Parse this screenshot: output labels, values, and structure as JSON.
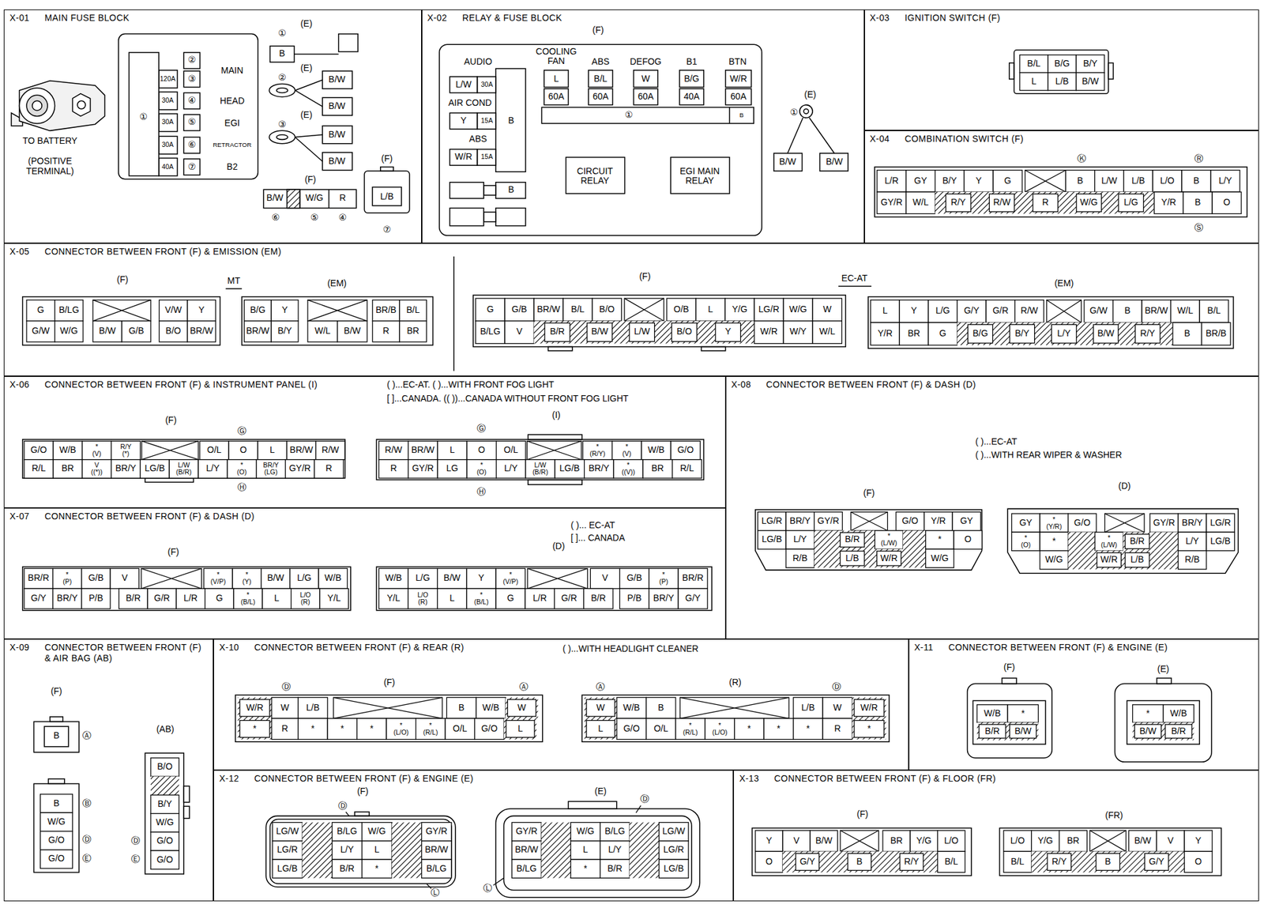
{
  "diagram": {
    "nodes": [
      {
        "text": [
          "X-01",
          "MAIN FUSE BLOCK"
        ]
      },
      {
        "text": [
          "X-02",
          "RELAY & FUSE BLOCK"
        ]
      },
      {
        "text": [
          "X-03",
          "IGNITION SWITCH (F)"
        ]
      },
      {
        "text": [
          "X-04",
          "COMBINATION SWITCH (F)"
        ]
      },
      {
        "text": [
          "X-05",
          "CONNECTOR BETWEEN FRONT (F) & EMISSION (EM)"
        ]
      },
      {
        "text": [
          "X-06",
          "CONNECTOR BETWEEN FRONT (F) & INSTRUMENT PANEL (I)"
        ]
      },
      {
        "text": [
          "X-07",
          "CONNECTOR BETWEEN FRONT (F) & DASH (D)"
        ]
      },
      {
        "text": [
          "X-08",
          "CONNECTOR BETWEEN FRONT (F) & DASH (D)"
        ]
      },
      {
        "text": [
          "X-09",
          "CONNECTOR BETWEEN FRONT (F) & AIR BAG (AB)"
        ]
      },
      {
        "text": [
          "X-10",
          "CONNECTOR BETWEEN FRONT (F) & REAR (R)"
        ]
      },
      {
        "text": [
          "X-11",
          "CONNECTOR BETWEEN FRONT (F) & ENGINE (E)"
        ]
      },
      {
        "text": [
          "X-12",
          "CONNECTOR BETWEEN FRONT (F) & ENGINE (E)"
        ]
      },
      {
        "text": [
          "X-13",
          "CONNECTOR BETWEEN FRONT (F) & FLOOR (FR)"
        ]
      }
    ],
    "labels": [
      "TO BATTERY",
      "(POSITIVE TERMINAL)",
      "①",
      "120A",
      "30A",
      "30A",
      "30A",
      "40A",
      "②",
      "③",
      "④",
      "⑤",
      "⑥",
      "⑦",
      "MAIN",
      "HEAD",
      "EGI",
      "RETRACTOR",
      "B2",
      "①",
      "(E)",
      "B",
      "②",
      "(E)",
      "B/W",
      "B/W",
      "③",
      "(E)",
      "B/W",
      "B/W",
      "(F)",
      "B/W",
      "W/G",
      "R",
      "⑥",
      "⑤",
      "④",
      "(F)",
      "L/B",
      "⑦",
      "(F)",
      "AUDIO",
      "L/W",
      "30A",
      "AIR COND",
      "Y",
      "15A",
      "ABS",
      "W/R",
      "15A",
      "B",
      "B",
      "COOLING FAN",
      "ABS",
      "DEFOG",
      "B1",
      "BTN",
      "L",
      "B/L",
      "W",
      "B/G",
      "W/R",
      "60A",
      "60A",
      "60A",
      "40A",
      "60A",
      "①",
      "B",
      "CIRCUIT RELAY",
      "EGI MAIN RELAY",
      "(E)",
      "①",
      "B/W",
      "B/W",
      "B/L",
      "B/G",
      "B/Y",
      "L",
      "L/B",
      "B/W",
      "Ⓚ",
      "Ⓡ",
      "L/R",
      "GY",
      "B/Y",
      "Y",
      "G",
      "B",
      "L/W",
      "L/B",
      "L/O",
      "B",
      "L/Y",
      "GY/R",
      "W/L",
      "R/Y",
      "R/W",
      "R",
      "W/G",
      "L/G",
      "Y/R",
      "B",
      "O",
      "Ⓢ",
      "(F)",
      "MT",
      "(EM)",
      "G",
      "B/LG",
      "V/W",
      "Y",
      "G/W",
      "W/G",
      "B/W",
      "G/B",
      "B/O",
      "BR/W",
      "B/G",
      "Y",
      "BR/B",
      "B/L",
      "BR/W",
      "B/Y",
      "W/L",
      "B/W",
      "R",
      "BR",
      "(F)",
      "EC-AT",
      "(EM)",
      "G",
      "G/B",
      "BR/W",
      "B/L",
      "B/O",
      "O/B",
      "L",
      "Y/G",
      "LG/R",
      "W/G",
      "W",
      "B/LG",
      "V",
      "B/R",
      "B/W",
      "L/W",
      "B/O",
      "Y",
      "W/R",
      "W/Y",
      "W/L",
      "L",
      "Y",
      "L/G",
      "G/Y",
      "G/R",
      "R/W",
      "G/W",
      "B",
      "BR/W",
      "W/L",
      "B/L",
      "Y/R",
      "BR",
      "G",
      "B/G",
      "B/Y",
      "L/Y",
      "B/W",
      "R/Y",
      "B",
      "BR/B",
      "( )...EC-AT. ( )...WITH FRONT FOG LIGHT",
      "[ ]...CANADA. (( ))...CANADA WITHOUT FRONT FOG LIGHT",
      "(F)",
      "Ⓖ",
      "G/O",
      "W/B",
      "* (V)",
      "R/Y (*)",
      "O/L",
      "O",
      "L",
      "BR/W",
      "R/W",
      "R/L",
      "BR",
      "V ((*))",
      "BR/Y",
      "LG/B",
      "L/W (B/R)",
      "L/Y",
      "* (O)",
      "BR/Y (LG)",
      "GY/R",
      "R",
      "Ⓗ",
      "(I)",
      "Ⓖ",
      "R/W",
      "BR/W",
      "L",
      "O",
      "O/L",
      "* (R/Y)",
      "* (V)",
      "W/B",
      "G/O",
      "R",
      "GY/R",
      "LG",
      "* (O)",
      "L/Y",
      "L/W (B/R)",
      "LG/B",
      "BR/Y",
      "* ((V))",
      "BR",
      "R/L",
      "Ⓗ",
      "( )... EC-AT",
      "[ ]... CANADA",
      "(F)",
      "BR/R",
      "* (P)",
      "G/B",
      "V",
      "* (V/P)",
      "* (Y)",
      "B/W",
      "L/G",
      "W/B",
      "G/Y",
      "BR/Y",
      "P/B",
      "B/R",
      "G/R",
      "L/R",
      "G",
      "* (B/L)",
      "L",
      "L/O (R)",
      "Y/L",
      "(D)",
      "W/B",
      "L/G",
      "B/W",
      "Y",
      "* (V/P)",
      "V",
      "G/B",
      "* (P)",
      "BR/R",
      "Y/L",
      "L/O (R)",
      "L",
      "* (B/L)",
      "G",
      "L/R",
      "G/R",
      "B/R",
      "P/B",
      "BR/Y",
      "G/Y",
      "( )...EC-AT",
      "( )...WITH REAR WIPER & WASHER",
      "(F)",
      "LG/R",
      "BR/Y",
      "GY/R",
      "G/O",
      "Y/R",
      "GY",
      "LG/B",
      "L/Y",
      "B/R",
      "* (L/W)",
      "*",
      "O",
      "R/B",
      "L/B",
      "W/R",
      "W/G",
      "(D)",
      "GY",
      "* (Y/R)",
      "G/O",
      "GY/R",
      "BR/Y",
      "LG/R",
      "* (O)",
      "*",
      "* (L/W)",
      "B/R",
      "L/Y",
      "LG/B",
      "W/G",
      "W/R",
      "L/B",
      "R/B",
      "(F)",
      "B",
      "Ⓐ",
      "B",
      "W/G",
      "G/O",
      "G/O",
      "Ⓑ",
      "Ⓓ",
      "Ⓔ",
      "(AB)",
      "B/O",
      "B/Y",
      "W/G",
      "G/O",
      "G/O",
      "Ⓓ",
      "Ⓔ",
      "( )...WITH HEADLIGHT CLEANER",
      "(F)",
      "Ⓓ",
      "Ⓐ",
      "W/R",
      "W",
      "L/B",
      "B",
      "W/B",
      "W",
      "*",
      "R",
      "*",
      "*",
      "*",
      "* (L/O)",
      "* (R/L)",
      "O/L",
      "G/O",
      "L",
      "(R)",
      "Ⓐ",
      "Ⓓ",
      "W",
      "W/B",
      "B",
      "L/B",
      "W",
      "W/R",
      "L",
      "G/O",
      "O/L",
      "* (R/L)",
      "* (L/O)",
      "*",
      "*",
      "*",
      "R",
      "*",
      "(F)",
      "W/B",
      "*",
      "B/R",
      "B/W",
      "(E)",
      "*",
      "W/B",
      "B/W",
      "B/R",
      "(F)",
      "Ⓓ",
      "LG/W",
      "B/LG",
      "W/G",
      "GY/R",
      "LG/R",
      "L/Y",
      "L",
      "BR/W",
      "LG/B",
      "B/R",
      "*",
      "B/LG",
      "Ⓛ",
      "(E)",
      "Ⓓ",
      "GY/R",
      "W/G",
      "B/LG",
      "LG/W",
      "BR/W",
      "L",
      "L/Y",
      "LG/R",
      "B/LG",
      "*",
      "B/R",
      "LG/B",
      "Ⓛ",
      "(F)",
      "Y",
      "V",
      "B/W",
      "BR",
      "Y/G",
      "L/O",
      "O",
      "G/Y",
      "B",
      "R/Y",
      "B/L",
      "(FR)",
      "L/O",
      "Y/G",
      "BR",
      "B/W",
      "V",
      "Y",
      "B/L",
      "R/Y",
      "B",
      "G/Y",
      "O"
    ]
  }
}
